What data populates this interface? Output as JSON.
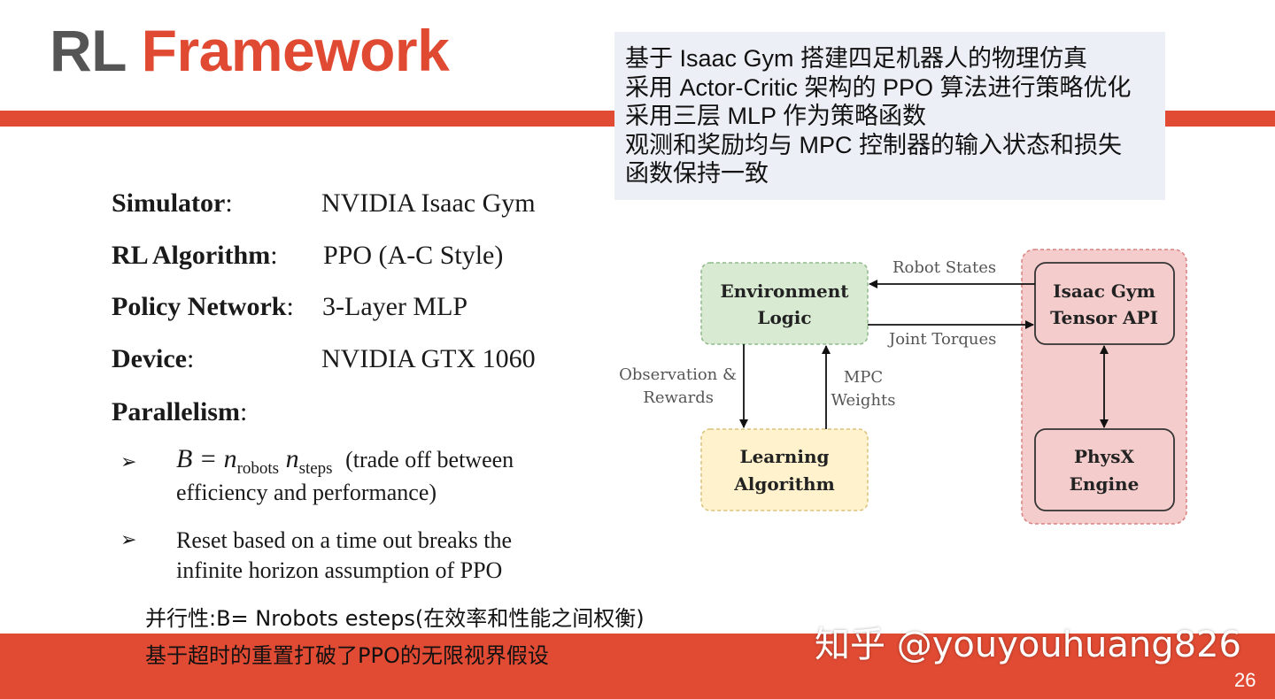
{
  "title": {
    "part1": "RL",
    "part2": "Framework"
  },
  "note": {
    "lines": [
      "基于 Isaac Gym 搭建四足机器人的物理仿真",
      "采用 Actor-Critic 架构的 PPO 算法进行策略优化",
      "采用三层 MLP 作为策略函数",
      "观测和奖励均与 MPC 控制器的输入状态和损失",
      "函数保持一致"
    ]
  },
  "specs": [
    {
      "key": "Simulator",
      "value": "NVIDIA Isaac Gym"
    },
    {
      "key": "RL Algorithm",
      "value": "PPO (A-C Style)"
    },
    {
      "key": "Policy Network",
      "value": "3-Layer MLP"
    },
    {
      "key": "Device",
      "value": "NVIDIA GTX 1060"
    },
    {
      "key": "Parallelism",
      "value": ""
    }
  ],
  "bullets": {
    "marker": "➢",
    "b1": {
      "formula_lhs": "B = n",
      "sub1": "robots",
      "n2": " n",
      "sub2": "steps",
      "line1_text": "(trade off between",
      "line2": "efficiency and performance)"
    },
    "b2": {
      "line1": "Reset based on a time out breaks the",
      "line2": "infinite horizon assumption of PPO"
    }
  },
  "chinese_notes": [
    "并行性:B= Nrobots esteps(在效率和性能之间权衡)",
    "基于超时的重置打破了PPO的无限视界假设"
  ],
  "diagram": {
    "env": [
      "Environment",
      "Logic"
    ],
    "learn": [
      "Learning",
      "Algorithm"
    ],
    "api": [
      "Isaac Gym",
      "Tensor API"
    ],
    "physx": [
      "PhysX",
      "Engine"
    ],
    "robot_states": "Robot States",
    "joint_torques": "Joint Torques",
    "obs": [
      "Observation &",
      "Rewards"
    ],
    "mpc": [
      "MPC",
      "Weights"
    ],
    "colors": {
      "env_fill": "#d9ead3",
      "learn_fill": "#fff2cc",
      "group_fill": "#f4cccc",
      "inner_fill": "#f4cccc"
    }
  },
  "watermark": "知乎 @youyouhuang826",
  "page_number": "26",
  "colors": {
    "accent_red": "#e14b33",
    "title_gray": "#555555",
    "note_bg": "#eceff5"
  }
}
